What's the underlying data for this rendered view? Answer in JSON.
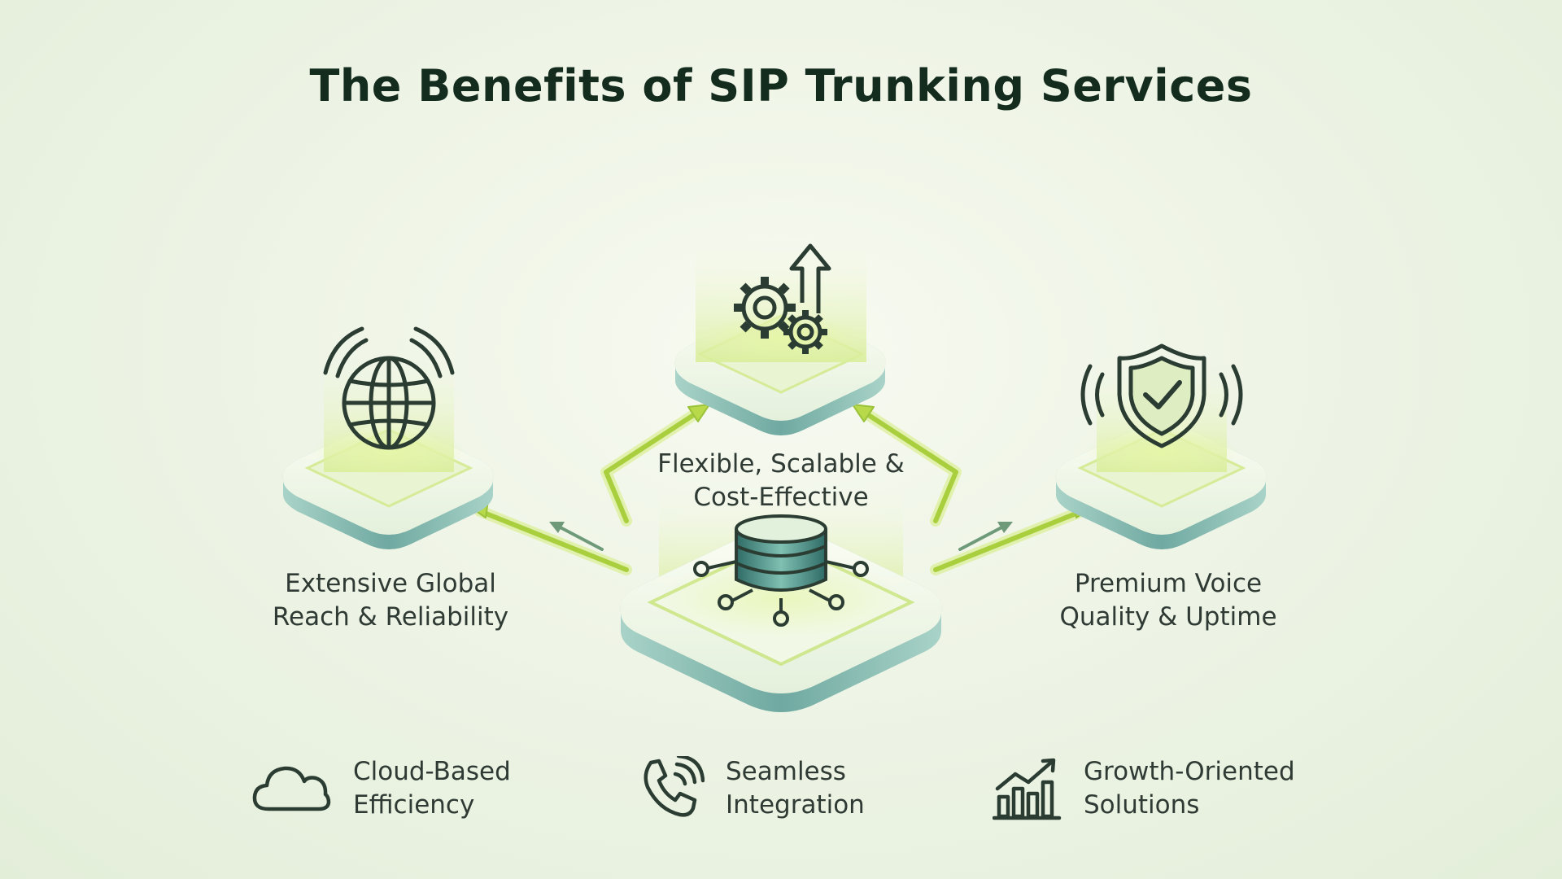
{
  "title": "The Benefits of SIP Trunking Services",
  "nodes": {
    "center": {
      "label_lines": [
        "Flexible, Scalable &",
        "Cost-Effective"
      ],
      "icon": "database-network-icon"
    },
    "top": {
      "icon": "gears-arrow-up-icon"
    },
    "left": {
      "label_lines": [
        "Extensive Global",
        "Reach & Reliability"
      ],
      "icon": "globe-signal-icon"
    },
    "right": {
      "label_lines": [
        "Premium Voice",
        "Quality & Uptime"
      ],
      "icon": "shield-check-icon"
    }
  },
  "features": [
    {
      "lines": [
        "Cloud-Based",
        "Efficiency"
      ],
      "icon": "cloud-icon"
    },
    {
      "lines": [
        "Seamless",
        "Integration"
      ],
      "icon": "phone-signal-icon"
    },
    {
      "lines": [
        "Growth-Oriented",
        "Solutions"
      ],
      "icon": "growth-chart-icon"
    }
  ],
  "colors": {
    "title": "#142c1e",
    "text": "#2f3a34",
    "icon": "#2b3d33",
    "accent_green": "#b6d84a",
    "platform_teal": "#7fb8ad"
  }
}
